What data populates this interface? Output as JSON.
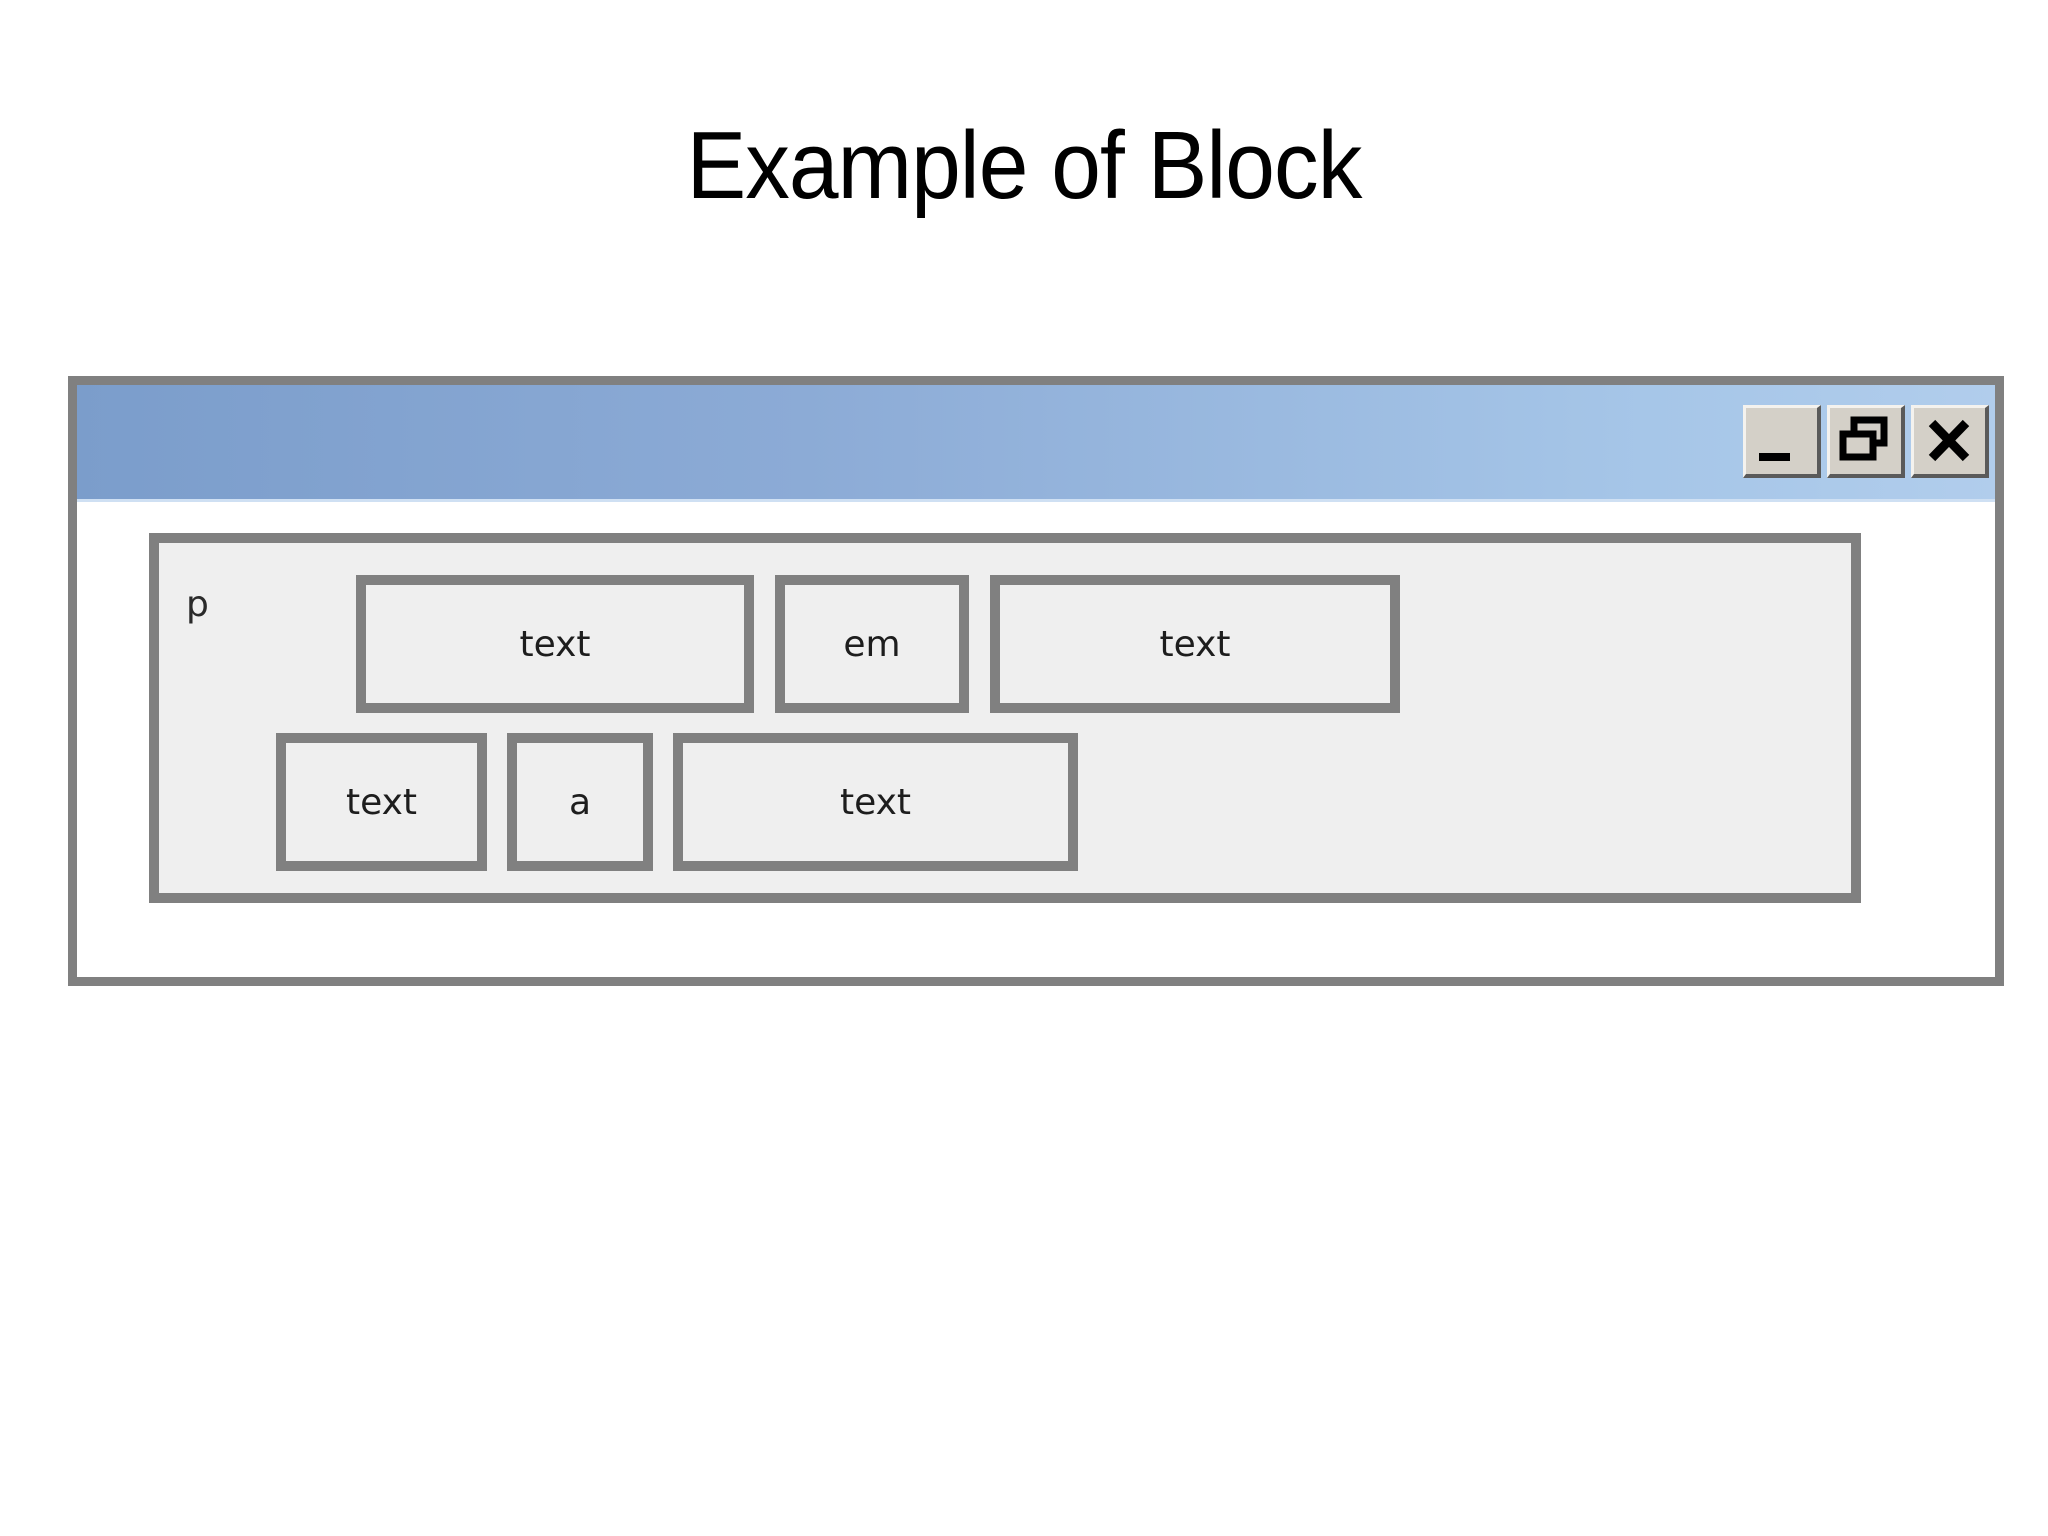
{
  "slide": {
    "title": "Example of Block",
    "background_color": "#ffffff"
  },
  "window": {
    "title": "",
    "frame_color": "#808080",
    "titlebar_gradient_from": "#7b9dcb",
    "titlebar_gradient_to": "#b1cdec",
    "buttons": [
      {
        "name": "minimize-button",
        "icon": "minimize-icon",
        "label": "_"
      },
      {
        "name": "restore-button",
        "icon": "restore-icon",
        "label": "❐"
      },
      {
        "name": "close-button",
        "icon": "close-icon",
        "label": "✕"
      }
    ]
  },
  "diagram": {
    "container_label": "p",
    "box_border_color": "#808080",
    "box_fill_color": "#efefef",
    "rows": [
      {
        "boxes": [
          {
            "label": "text"
          },
          {
            "label": "em"
          },
          {
            "label": "text"
          }
        ]
      },
      {
        "boxes": [
          {
            "label": "text"
          },
          {
            "label": "a"
          },
          {
            "label": "text"
          }
        ]
      }
    ]
  }
}
